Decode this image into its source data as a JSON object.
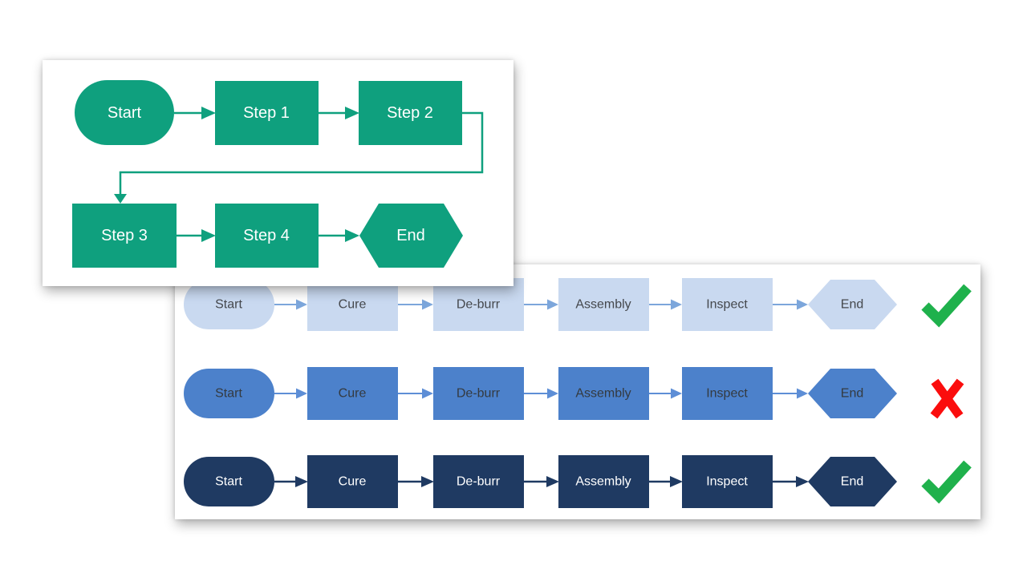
{
  "colors": {
    "green": "#0FA07E",
    "green_text": "#FFFFFF",
    "row1_fill": "#C9D9F0",
    "row1_arrow": "#7CA6DB",
    "row1_text": "#45484D",
    "row2_fill": "#4C81CB",
    "row2_arrow": "#5D8ED6",
    "row2_text": "#343A40",
    "row3_fill": "#1F3A62",
    "row3_arrow": "#1F3A62",
    "row3_text": "#FFFFFF",
    "check": "#1FB14C",
    "cross": "#FB0D0D"
  },
  "green_flowchart": {
    "nodes": [
      {
        "label": "Start",
        "shape": "stadium"
      },
      {
        "label": "Step 1",
        "shape": "rectangle"
      },
      {
        "label": "Step 2",
        "shape": "rectangle"
      },
      {
        "label": "Step 3",
        "shape": "rectangle"
      },
      {
        "label": "Step 4",
        "shape": "rectangle"
      },
      {
        "label": "End",
        "shape": "hexagon"
      }
    ]
  },
  "comparison_flowchart": {
    "steps": [
      "Start",
      "Cure",
      "De-burr",
      "Assembly",
      "Inspect",
      "End"
    ],
    "rows": [
      {
        "theme": "light-blue",
        "verdict": "pass"
      },
      {
        "theme": "medium-blue",
        "verdict": "fail"
      },
      {
        "theme": "dark-navy",
        "verdict": "pass"
      }
    ]
  }
}
